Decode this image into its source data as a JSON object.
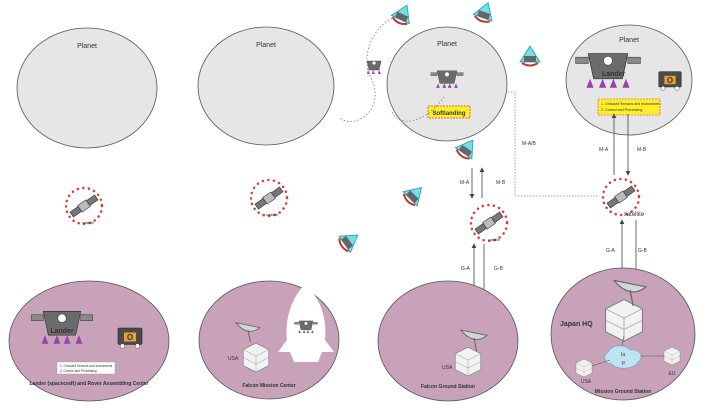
{
  "planets": [
    {
      "label": "Planet"
    },
    {
      "label": "Planet"
    },
    {
      "label": "Planet"
    },
    {
      "label": "Planet"
    }
  ],
  "landers": {
    "lander_label": "Lander",
    "rover_label": "O"
  },
  "panel4_notes": [
    "1. Onboard Sensors and Instruments",
    "2. Control and Processing"
  ],
  "panel1_notes": [
    "1. Onboard Sensors and Instruments",
    "2. Control and Processing"
  ],
  "softlanding": "Softlanding",
  "satellite_label": "satellite",
  "links": {
    "ma": "M-A",
    "mb": "M-B",
    "mab": "M-A/B",
    "ga": "G-A",
    "gb": "G-B"
  },
  "ground": [
    {
      "caption": "Lander (spacecraft) and Rover Assembling Center"
    },
    {
      "caption": "Falcon Mission  Center",
      "country": "USA"
    },
    {
      "caption": "Falcon Ground Station",
      "country": "USA"
    },
    {
      "caption": "Mission Ground Station",
      "hq": "Japan HQ",
      "usa": "USA",
      "eu": "EU",
      "ip_a": "Ia",
      "ip_b": "p"
    }
  ],
  "colors": {
    "planet": "#e6e6e6",
    "ground": "#c8a2b8",
    "lander": "#6b6b6b",
    "legs": "#9b3fb0",
    "rocket": "#6fe0e8",
    "dots": "#e23b2e",
    "softlanding_bg": "#ffef2a"
  }
}
